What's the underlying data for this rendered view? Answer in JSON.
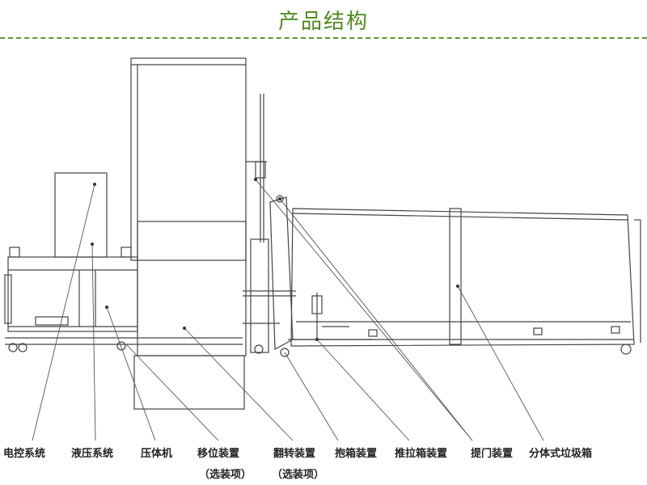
{
  "title": "产品结构",
  "labels": {
    "electrical": "电控系统",
    "hydraulic": "液压系统",
    "compressor": "压体机",
    "shift": "移位装置",
    "shift_note": "（选装项）",
    "flip": "翻转装置",
    "flip_note": "（选装项）",
    "hold": "抱箱装置",
    "pushpull": "推拉箱装置",
    "lift_door": "提门装置",
    "split_bin": "分体式垃圾箱"
  }
}
